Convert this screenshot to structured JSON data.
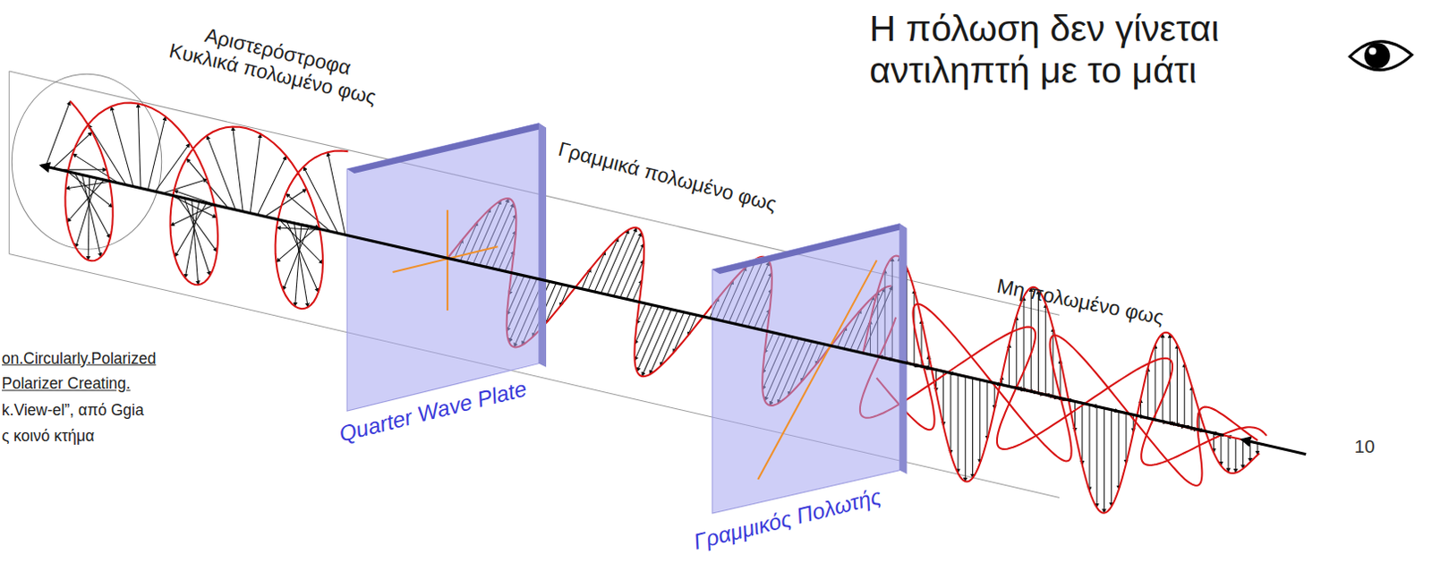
{
  "diagram": {
    "title": "Η πόλωση δεν γίνεται αντιληπτή με το μάτι",
    "labels": [
      "Αριστερόστροφα Κυκλικά πολωμένο φως",
      "Γραμμικά πολωμένο φως",
      "Μη πολωμένο φως",
      "Quarter Wave Plate",
      "Γραμμικός Πολωτής",
      "10",
      "on.Circularly.Polarized",
      "Polarizer Creating.",
      "k.View-el”,  από Ggia",
      "ς κοινό κτήμα"
    ]
  }
}
